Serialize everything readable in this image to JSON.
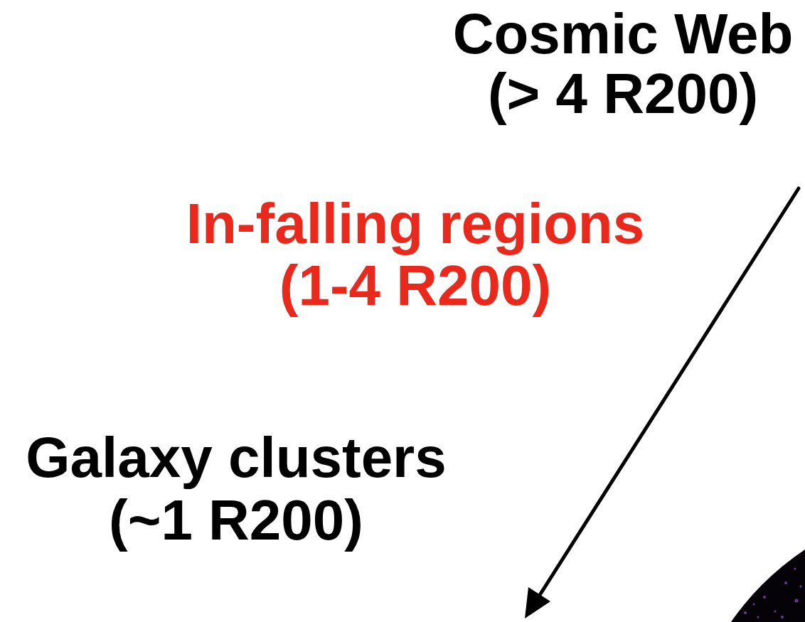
{
  "diagram": {
    "labels": [
      "Cosmic Web",
      "(> 4 R200)",
      "In-falling regions",
      "(1-4 R200)",
      "Galaxy clusters",
      "(~1 R200)"
    ]
  }
}
